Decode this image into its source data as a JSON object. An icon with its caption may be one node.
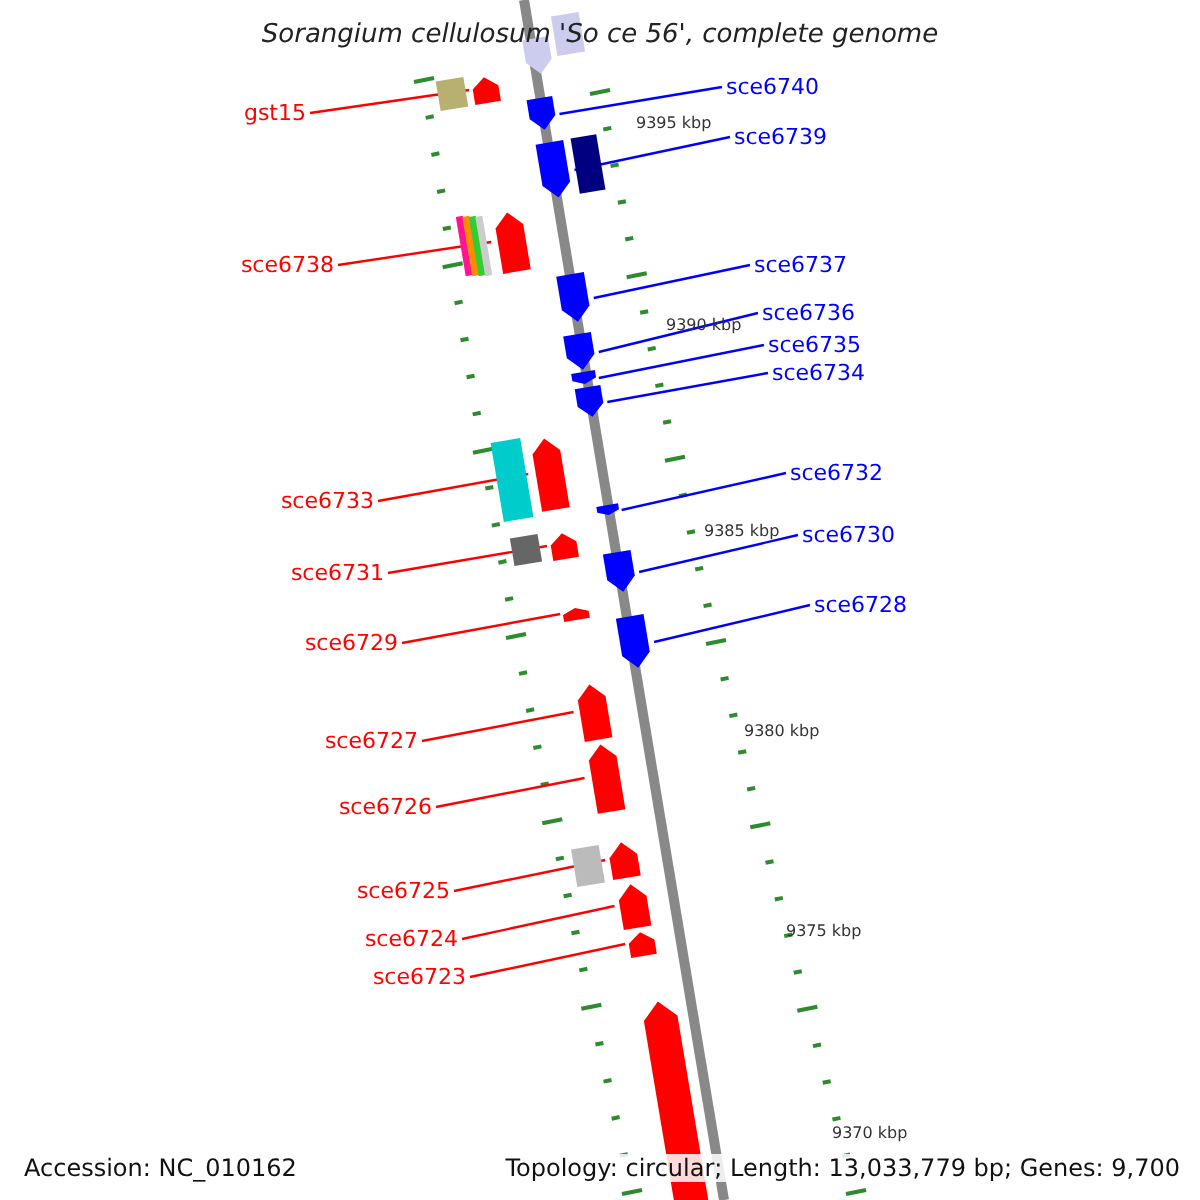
{
  "diagram": {
    "title": "Sorangium cellulosum 'So ce 56', complete genome",
    "nodes": [
      {
        "text": [
          "sce6740"
        ]
      },
      {
        "text": [],
        "shape": "arrow"
      },
      {
        "text": [
          "gst15"
        ]
      },
      {
        "text": [],
        "shape": "arrow"
      },
      {
        "text": [
          "sce6739"
        ]
      },
      {
        "text": [],
        "shape": "arrow"
      },
      {
        "text": [
          "sce6738"
        ]
      },
      {
        "text": [],
        "shape": "arrow"
      },
      {
        "text": [
          "sce6737"
        ]
      },
      {
        "text": [],
        "shape": "arrow"
      },
      {
        "text": [
          "sce6736"
        ]
      },
      {
        "text": [],
        "shape": "arrow"
      },
      {
        "text": [
          "sce6735"
        ]
      },
      {
        "text": [],
        "shape": "arrow"
      },
      {
        "text": [
          "sce6734"
        ]
      },
      {
        "text": [],
        "shape": "arrow"
      },
      {
        "text": [
          "sce6732"
        ]
      },
      {
        "text": [],
        "shape": "arrow"
      },
      {
        "text": [
          "sce6733"
        ]
      },
      {
        "text": [],
        "shape": "arrow"
      },
      {
        "text": [
          "sce6730"
        ]
      },
      {
        "text": [],
        "shape": "arrow"
      },
      {
        "text": [
          "sce6731"
        ]
      },
      {
        "text": [],
        "shape": "arrow"
      },
      {
        "text": [
          "sce6728"
        ]
      },
      {
        "text": [],
        "shape": "arrow"
      },
      {
        "text": [
          "sce6729"
        ]
      },
      {
        "text": [],
        "shape": "arrow"
      },
      {
        "text": [
          "sce6727"
        ]
      },
      {
        "text": [],
        "shape": "arrow"
      },
      {
        "text": [
          "sce6726"
        ]
      },
      {
        "text": [],
        "shape": "arrow"
      },
      {
        "text": [
          "sce6725"
        ]
      },
      {
        "text": [],
        "shape": "arrow"
      },
      {
        "text": [
          "sce6724"
        ]
      },
      {
        "text": [],
        "shape": "arrow"
      },
      {
        "text": [
          "sce6723"
        ]
      },
      {
        "text": [],
        "shape": "arrow"
      },
      {
        "text": [],
        "shape": "box"
      },
      {
        "text": [],
        "shape": "arrow"
      },
      {
        "text": [],
        "shape": "box"
      },
      {
        "text": [],
        "shape": "box"
      },
      {
        "text": [],
        "shape": "box"
      },
      {
        "text": [],
        "shape": "box"
      },
      {
        "text": [],
        "shape": "box"
      },
      {
        "text": [],
        "shape": "box"
      },
      {
        "text": [],
        "shape": "arrow"
      }
    ],
    "edges": [
      {
        "from": 0,
        "to": 1,
        "arrow": "none",
        "color": "#0000ff"
      },
      {
        "from": 2,
        "to": 3,
        "arrow": "none",
        "color": "#ff0000"
      },
      {
        "from": 4,
        "to": 5,
        "arrow": "none",
        "color": "#0000ff"
      },
      {
        "from": 6,
        "to": 7,
        "arrow": "none",
        "color": "#ff0000"
      },
      {
        "from": 8,
        "to": 9,
        "arrow": "none",
        "color": "#0000ff"
      },
      {
        "from": 10,
        "to": 11,
        "arrow": "none",
        "color": "#0000ff"
      },
      {
        "from": 12,
        "to": 13,
        "arrow": "none",
        "color": "#0000ff"
      },
      {
        "from": 14,
        "to": 15,
        "arrow": "none",
        "color": "#0000ff"
      },
      {
        "from": 16,
        "to": 17,
        "arrow": "none",
        "color": "#0000ff"
      },
      {
        "from": 18,
        "to": 19,
        "arrow": "none",
        "color": "#ff0000"
      },
      {
        "from": 20,
        "to": 21,
        "arrow": "none",
        "color": "#0000ff"
      },
      {
        "from": 22,
        "to": 23,
        "arrow": "none",
        "color": "#ff0000"
      },
      {
        "from": 24,
        "to": 25,
        "arrow": "none",
        "color": "#0000ff"
      },
      {
        "from": 26,
        "to": 27,
        "arrow": "none",
        "color": "#ff0000"
      },
      {
        "from": 28,
        "to": 29,
        "arrow": "none",
        "color": "#ff0000"
      },
      {
        "from": 30,
        "to": 31,
        "arrow": "none",
        "color": "#ff0000"
      },
      {
        "from": 32,
        "to": 33,
        "arrow": "none",
        "color": "#ff0000"
      },
      {
        "from": 34,
        "to": 35,
        "arrow": "none",
        "color": "#ff0000"
      },
      {
        "from": 36,
        "to": 37,
        "arrow": "none",
        "color": "#ff0000"
      }
    ],
    "labels": [
      "9395 kbp",
      "9390 kbp",
      "9385 kbp",
      "9380 kbp",
      "9375 kbp",
      "9370 kbp",
      "Accession: NC_010162",
      "Topology: circular; Length: 13,033,779 bp; Genes: 9,700"
    ]
  }
}
